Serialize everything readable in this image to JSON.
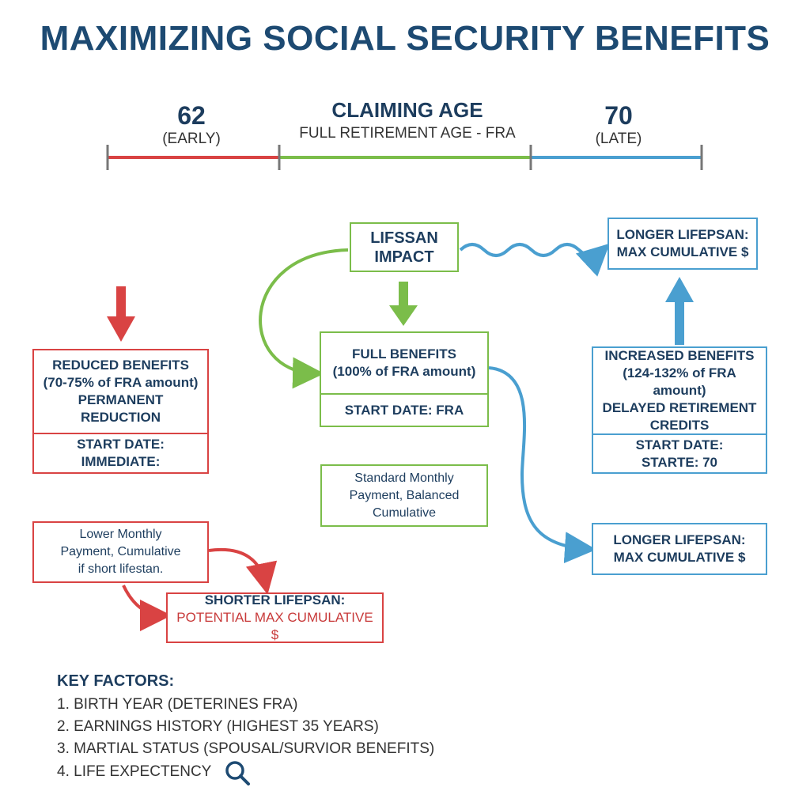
{
  "title": "MAXIMIZING SOCIAL SECURITY BENEFITS",
  "timeline": {
    "early_age": "62",
    "early_label": "(EARLY)",
    "mid_title": "CLAIMING AGE",
    "mid_label": "FULL RETIREMENT AGE - FRA",
    "late_age": "70",
    "late_label": "(LATE)"
  },
  "lifespan_impact": {
    "line1": "LIFSSAN",
    "line2": "IMPACT"
  },
  "early": {
    "line1": "REDUCED BENEFITS",
    "line2": "(70-75% of FRA amount)",
    "line3": "PERMANENT",
    "line4": "REDUCTION",
    "start1": "START DATE:",
    "start2": "IMMEDIATE:",
    "note1": "Lower Monthly",
    "note2": "Payment, Cumulative",
    "note3": "if short lifestan.",
    "outcome1": "SHORTER LIFEPSAN:",
    "outcome2": "POTENTIAL MAX CUMULATIVE $"
  },
  "fra": {
    "line1": "FULL BENEFITS",
    "line2": "(100% of FRA amount)",
    "start": "START DATE: FRA",
    "note1": "Standard Monthly",
    "note2": "Payment, Balanced",
    "note3": "Cumulative"
  },
  "late": {
    "line1": "INCREASED BENEFITS",
    "line2": "(124-132% of FRA amount)",
    "line3": "DELAYED RETIREMENT",
    "line4": "CREDITS",
    "start1": "START DATE:",
    "start2": "STARTE: 70",
    "top1": "LONGER LIFEPSAN:",
    "top2": "MAX CUMULATIVE $",
    "bottom1": "LONGER LIFEPSAN:",
    "bottom2": "MAX CUMULATIVE $"
  },
  "key_factors": {
    "heading": "KEY FACTORS:",
    "items": [
      "1. BIRTH YEAR (DETERINES FRA)",
      "2. EARNINGS HISTORY (HIGHEST 35 YEARS)",
      "3. MARTIAL STATUS (SPOUSAL/SURVIOR BENEFITS)",
      "4. LIFE EXPECTENCY"
    ]
  },
  "colors": {
    "red": "#d94343",
    "green": "#7bbd4a",
    "blue": "#4a9fd0",
    "navy": "#1d4a72"
  },
  "icons": {
    "factors_icon": "magnifier-icon"
  }
}
